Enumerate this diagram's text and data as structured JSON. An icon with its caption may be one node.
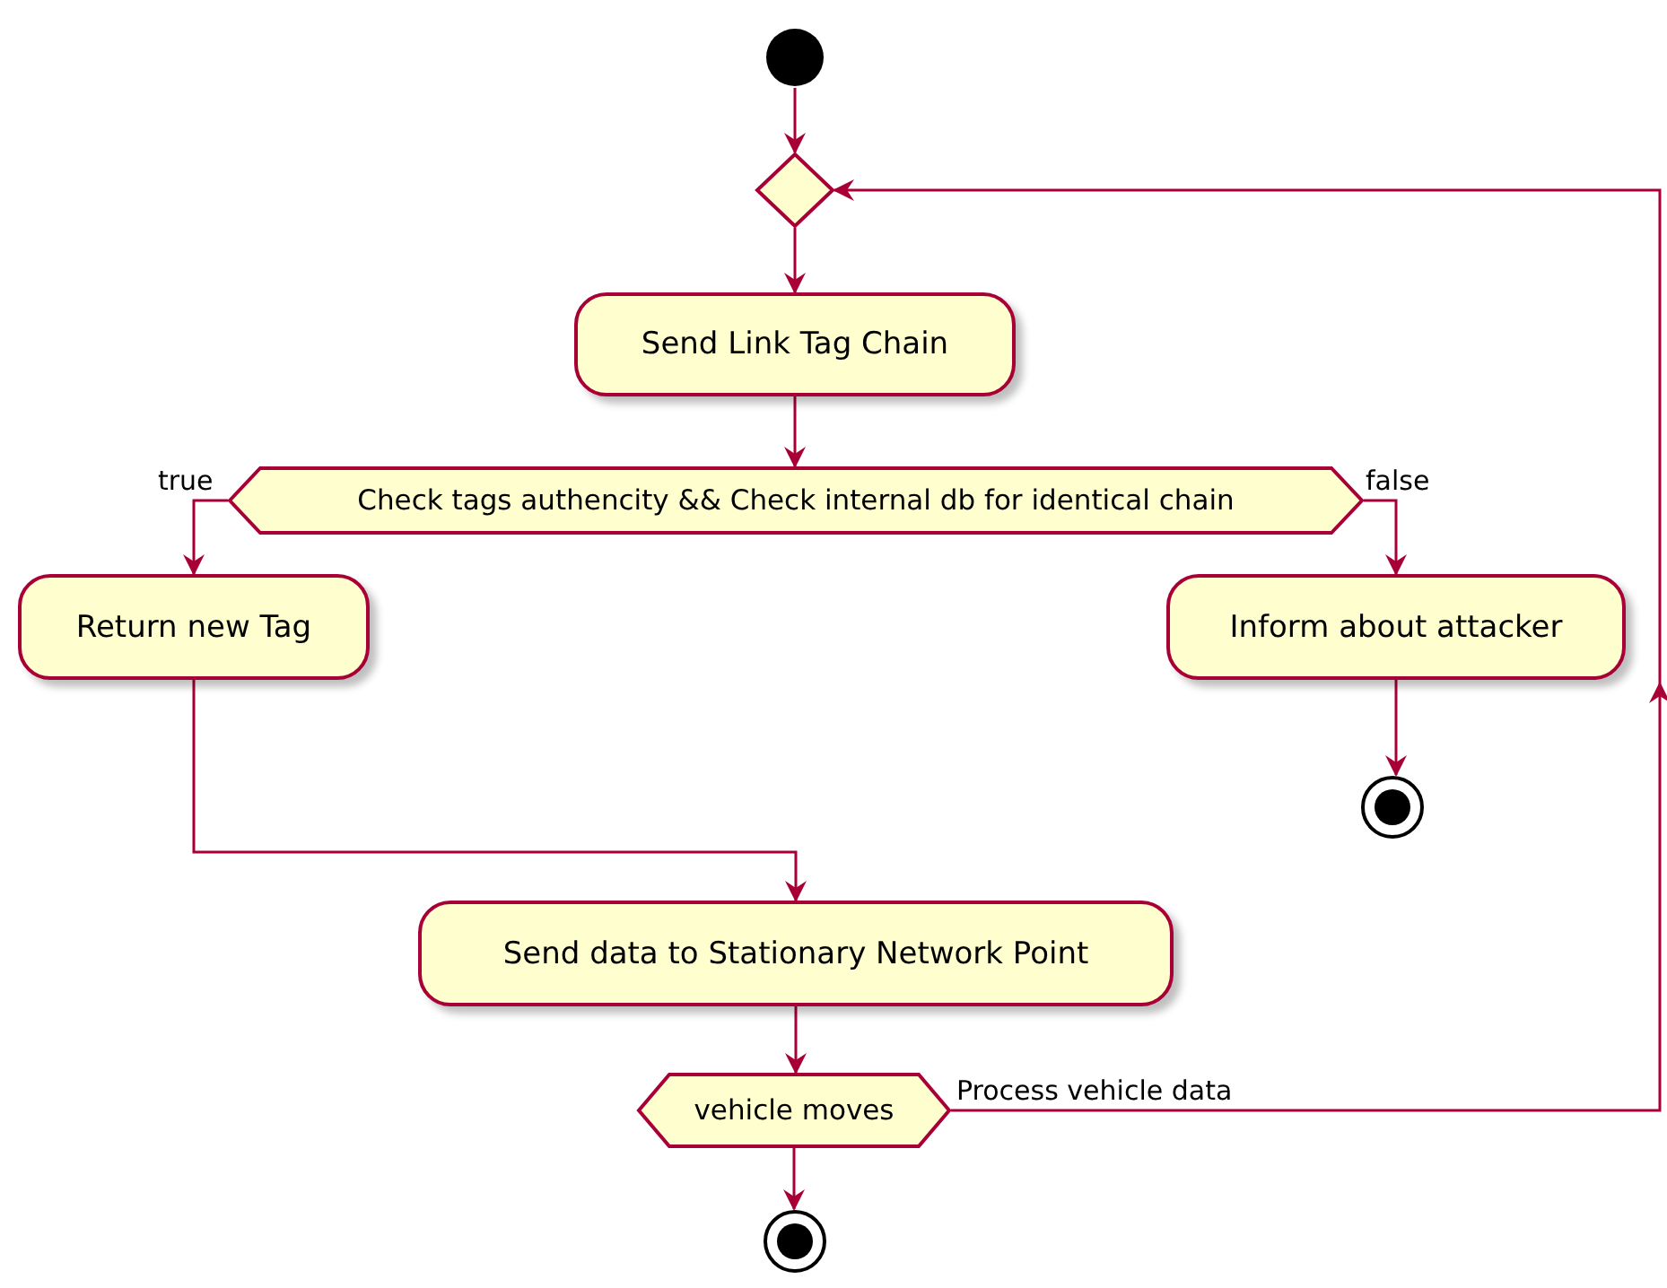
{
  "diagram": {
    "nodes": [
      {
        "text": [],
        "shape": "circle"
      },
      {
        "text": [],
        "shape": "diamond"
      },
      {
        "text": [
          "Send Link Tag Chain"
        ]
      },
      {
        "text": [
          "Check tags authencity && Check internal db for identical chain"
        ]
      },
      {
        "text": [
          "Return new Tag"
        ]
      },
      {
        "text": [
          "Inform about attacker"
        ]
      },
      {
        "text": [],
        "shape": "circle"
      },
      {
        "text": [
          "Send data to Stationary Network Point"
        ]
      },
      {
        "text": [
          "vehicle moves"
        ]
      },
      {
        "text": [],
        "shape": "circle"
      }
    ],
    "edges": [
      {
        "from": 0,
        "to": 1,
        "arrow": "to"
      },
      {
        "from": 1,
        "to": 2,
        "arrow": "to"
      },
      {
        "from": 2,
        "to": 3,
        "arrow": "to"
      },
      {
        "from": 3,
        "to": 4,
        "arrow": "to",
        "label": "true"
      },
      {
        "from": 3,
        "to": 5,
        "arrow": "to",
        "label": "false"
      },
      {
        "from": 5,
        "to": 6,
        "arrow": "to"
      },
      {
        "from": 4,
        "to": 7,
        "arrow": "to"
      },
      {
        "from": 7,
        "to": 8,
        "arrow": "to"
      },
      {
        "from": 8,
        "to": 9,
        "arrow": "to"
      },
      {
        "from": 8,
        "to": 1,
        "arrow": "to",
        "label": "Process vehicle data"
      }
    ]
  }
}
